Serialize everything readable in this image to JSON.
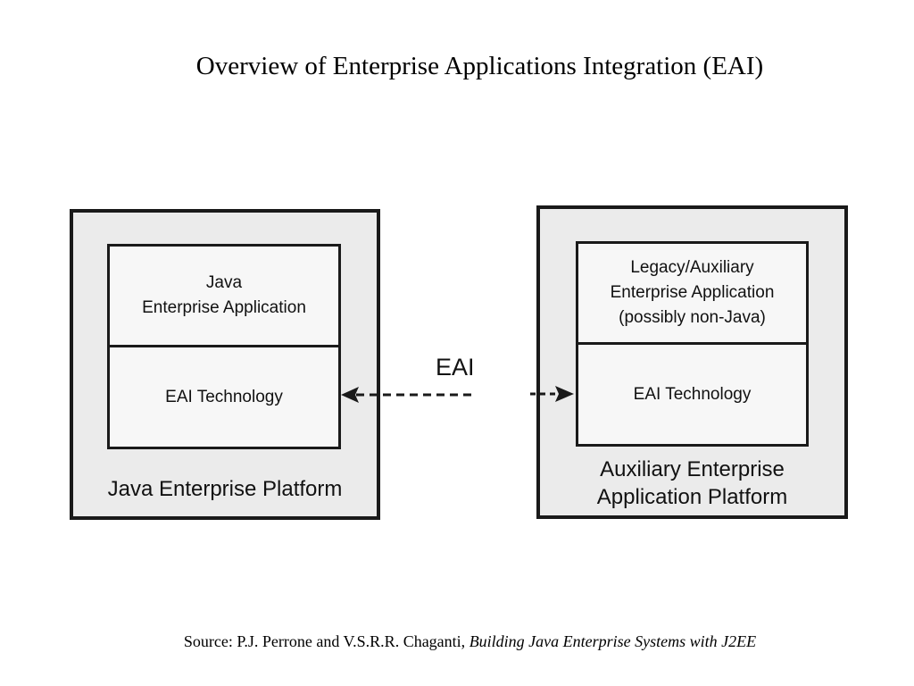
{
  "title": "Overview of Enterprise Applications Integration (EAI)",
  "left_platform": {
    "label": "Java Enterprise Platform",
    "application_lines": [
      "Java",
      "Enterprise Application"
    ],
    "technology": "EAI Technology"
  },
  "right_platform": {
    "label_lines": [
      "Auxiliary Enterprise",
      "Application Platform"
    ],
    "application_lines": [
      "Legacy/Auxiliary",
      "Enterprise Application",
      "(possibly non-Java)"
    ],
    "technology": "EAI Technology"
  },
  "connector_label": "EAI",
  "source": {
    "prefix": "Source: P.J. Perrone and V.S.R.R. Chaganti, ",
    "book": "Building Java Enterprise Systems with J2EE"
  }
}
